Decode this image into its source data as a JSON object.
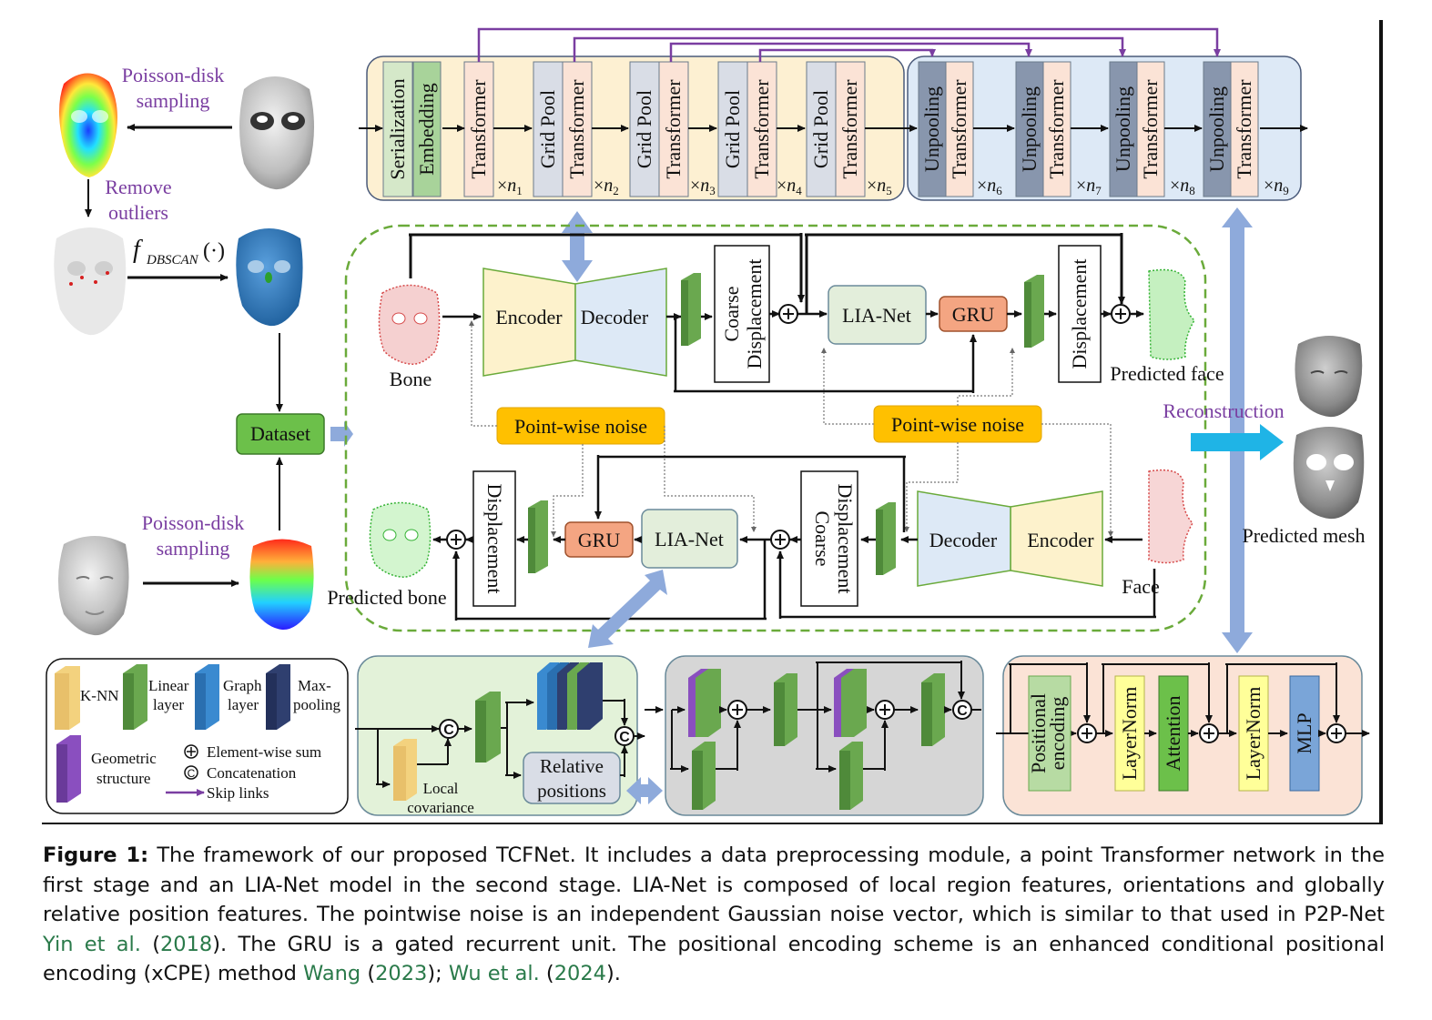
{
  "preprocessing": {
    "poisson_top": [
      "Poisson-disk",
      "sampling"
    ],
    "remove_outliers": [
      "Remove",
      "outliers"
    ],
    "dbscan": "f",
    "dbscan_sub": "DBSCAN",
    "dbscan_arg": "(·)",
    "dataset": "Dataset",
    "poisson_bottom": [
      "Poisson-disk",
      "sampling"
    ]
  },
  "stage1": {
    "blocks": [
      "Serialization",
      "Embedding",
      "Transformer",
      "Grid Pool",
      "Transformer",
      "Grid Pool",
      "Transformer",
      "Grid Pool",
      "Transformer",
      "Grid Pool",
      "Transformer",
      "Unpooling",
      "Transformer",
      "Unpooling",
      "Transformer",
      "Unpooling",
      "Transformer",
      "Unpooling",
      "Transformer"
    ],
    "repeats": [
      "1",
      "2",
      "3",
      "4",
      "5",
      "6",
      "7",
      "8",
      "9"
    ]
  },
  "stage2": {
    "bone": "Bone",
    "encoder": "Encoder",
    "decoder": "Decoder",
    "coarse_displacement": [
      "Coarse",
      "Displacement"
    ],
    "lia_net": "LIA-Net",
    "gru": "GRU",
    "displacement": "Displacement",
    "predicted_face": "Predicted face",
    "point_wise_noise": "Point-wise noise",
    "face": "Face",
    "predicted_bone": "Predicted bone"
  },
  "output": {
    "reconstruction": "Reconstruction",
    "predicted_mesh": "Predicted mesh"
  },
  "legend": {
    "knn": "K-NN",
    "linear": [
      "Linear",
      "layer"
    ],
    "graph": [
      "Graph",
      "layer"
    ],
    "maxpool": [
      "Max-",
      "pooling"
    ],
    "geometric": [
      "Geometric",
      "structure"
    ],
    "elementwise": "Element-wise sum",
    "concatenation": "Concatenation",
    "skip_links": "Skip links"
  },
  "lia_detail": {
    "local_covariance": [
      "Local",
      "covariance"
    ],
    "relative_positions": [
      "Relative",
      "positions"
    ]
  },
  "xcpe": {
    "positional_encoding": [
      "Positional",
      "encoding"
    ],
    "layernorm": "LayerNorm",
    "attention": "Attention",
    "mlp": "MLP"
  },
  "caption": {
    "label": "Figure 1:",
    "text1": " The framework of our proposed TCFNet. It includes a data preprocessing module, a point Transformer network in the first stage and an LIA-Net model in the second stage. LIA-Net is composed of local region features, orientations and globally relative position features. The pointwise noise is an independent Gaussian noise vector, which is similar to that used in P2P-Net ",
    "cite1": "Yin et al.",
    "cite1_year": "2018",
    "text2": "). The GRU is a gated recurrent unit. The positional encoding scheme is an enhanced conditional positional encoding (xCPE) method ",
    "cite2": "Wang",
    "cite2_year": "2023",
    "cite3": "Wu et al.",
    "cite3_year": "2024",
    "text3": ")."
  },
  "colors": {
    "purple": "#7a3ea1",
    "green_box": "#6cc04a",
    "noise": "#ffc000",
    "gru": "#f4a582",
    "transformer": "#fbe3d6",
    "gridpool": "#d9dde6",
    "unpooling": "#8896ad",
    "serialization": "#d5e8c9",
    "embedding": "#a8d39a",
    "light_blue_arrow": "#8eaadb",
    "cyan_arrow": "#1fb4e6"
  }
}
